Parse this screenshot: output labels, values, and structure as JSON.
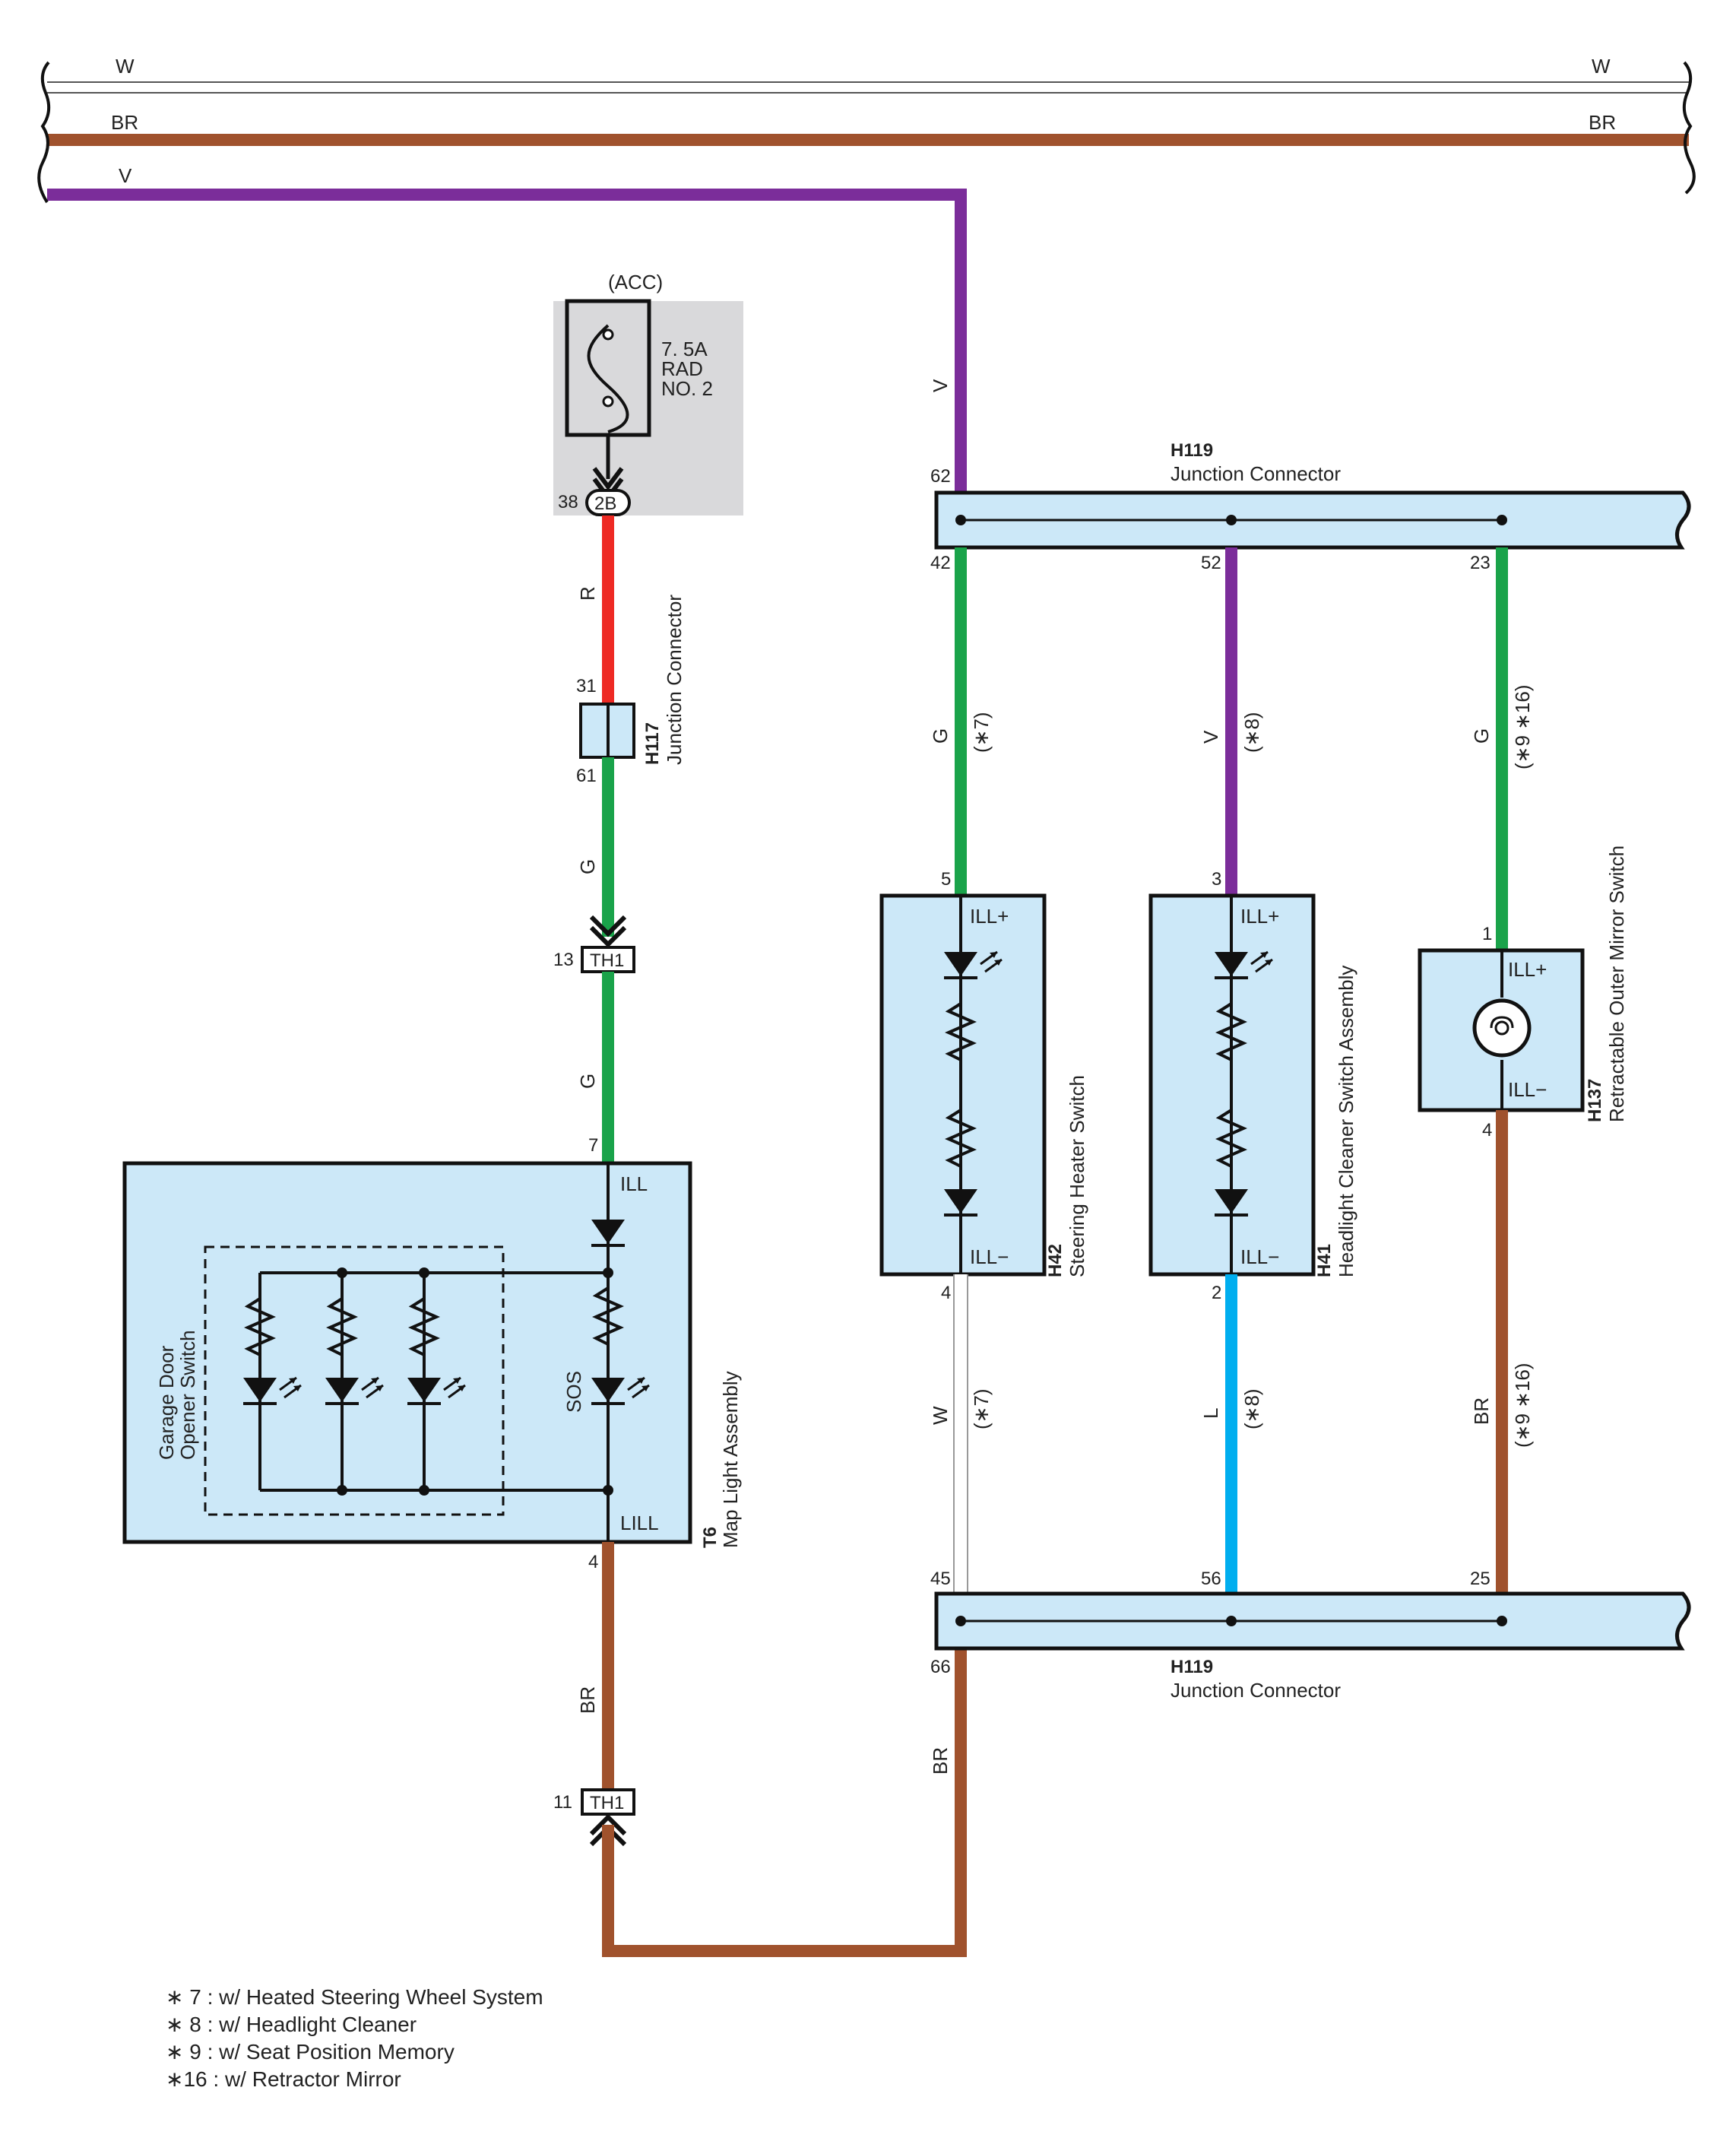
{
  "colors": {
    "W": "#ffffff",
    "BR": "#a0522d",
    "V": "#7b2d9a",
    "R": "#ee2a24",
    "G": "#1aa34a",
    "L": "#00aeef",
    "component_fill": "#cce8f8",
    "fuse_block_bg": "#d9d9db"
  },
  "bus": {
    "W": "W",
    "BR": "BR",
    "V": "V"
  },
  "fuse": {
    "circuit": "(ACC)",
    "rating": "7. 5A",
    "line2": "RAD",
    "line3": "NO. 2",
    "connector": "2B",
    "pin": "38"
  },
  "h117": {
    "id": "H117",
    "name": "Junction Connector",
    "pin_in": "31",
    "pin_out": "61"
  },
  "th1_top": {
    "id": "TH1",
    "pin": "13"
  },
  "th1_bottom": {
    "id": "TH1",
    "pin": "11"
  },
  "t6": {
    "id": "T6",
    "name": "Map Light Assembly",
    "pin_ill": "7",
    "pin_lill": "4",
    "ill": "ILL",
    "lill": "LILL",
    "sos": "SOS",
    "garage_line1": "Garage Door",
    "garage_line2": "Opener Switch"
  },
  "h119_top": {
    "id": "H119",
    "name": "Junction Connector",
    "pin_in": "62",
    "pins_out": [
      "42",
      "52",
      "23"
    ]
  },
  "h119_bottom": {
    "id": "H119",
    "name": "Junction Connector",
    "pins_in": [
      "45",
      "56",
      "25"
    ],
    "pin_out": "66"
  },
  "h42": {
    "id": "H42",
    "name": "Steering Heater Switch",
    "pin_plus": "5",
    "pin_minus": "4",
    "ill_plus": "ILL+",
    "ill_minus": "ILL−"
  },
  "h41": {
    "id": "H41",
    "name": "Headlight Cleaner Switch Assembly",
    "pin_plus": "3",
    "pin_minus": "2",
    "ill_plus": "ILL+",
    "ill_minus": "ILL−"
  },
  "h137": {
    "id": "H137",
    "name": "Retractable Outer Mirror Switch",
    "pin_plus": "1",
    "pin_minus": "4",
    "ill_plus": "ILL+",
    "ill_minus": "ILL−"
  },
  "wires": {
    "v_to_h119": "V",
    "fuse_to_h117": "R",
    "h117_to_th1": "G",
    "th1_to_t6": "G",
    "t6_to_th1": "BR",
    "h119_out": "BR",
    "h42_in": "G",
    "h42_in_note": "(∗7)",
    "h42_out": "W",
    "h42_out_note": "(∗7)",
    "h41_in": "V",
    "h41_in_note": "(∗8)",
    "h41_out": "L",
    "h41_out_note": "(∗8)",
    "h137_in": "G",
    "h137_in_note": "(∗9 ∗16)",
    "h137_out": "BR",
    "h137_out_note": "(∗9 ∗16)"
  },
  "notes": [
    "∗ 7 : w/ Heated Steering Wheel System",
    "∗ 8 : w/ Headlight Cleaner",
    "∗ 9 : w/ Seat Position Memory",
    "∗16 : w/ Retractor Mirror"
  ]
}
